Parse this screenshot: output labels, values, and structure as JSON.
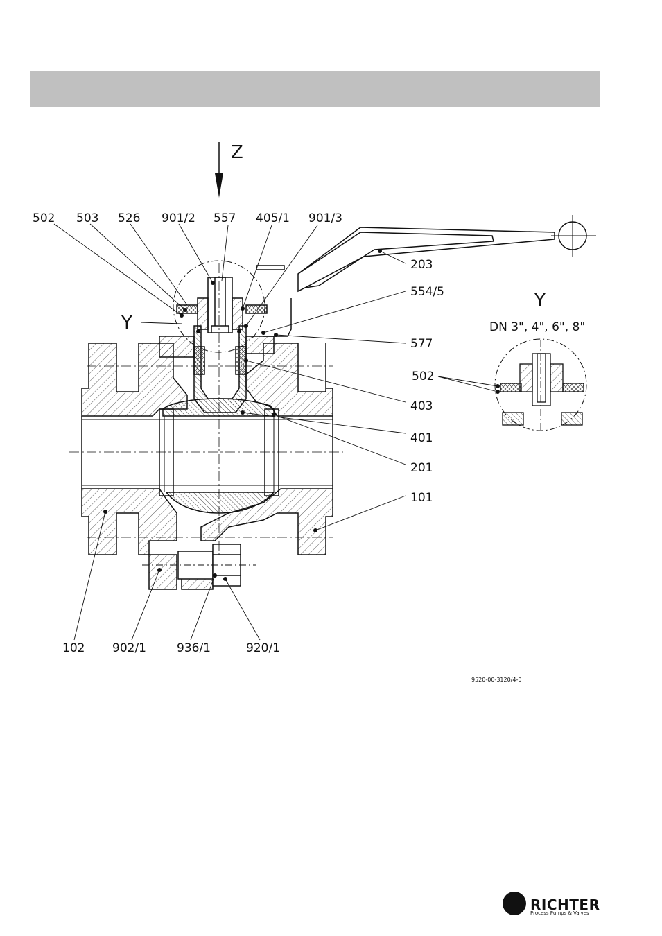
{
  "drawing": {
    "view_arrow_label": "Z",
    "detail_label": "Y",
    "detail_title": "Y",
    "detail_sizes": "DN  3\",  4\",  6\",  8\"",
    "drawing_number": "9520-00-3120/4-0",
    "part_labels": {
      "p502": "502",
      "p503": "503",
      "p526": "526",
      "p901_2": "901/2",
      "p557": "557",
      "p405_1": "405/1",
      "p901_3": "901/3",
      "p203": "203",
      "p554_5": "554/5",
      "p577": "577",
      "p403": "403",
      "p401": "401",
      "p201": "201",
      "p101": "101",
      "p102": "102",
      "p902_1": "902/1",
      "p936_1": "936/1",
      "p920_1": "920/1",
      "detail_502": "502"
    }
  },
  "brand": {
    "name": "RICHTER",
    "tagline": "Process Pumps & Valves"
  }
}
